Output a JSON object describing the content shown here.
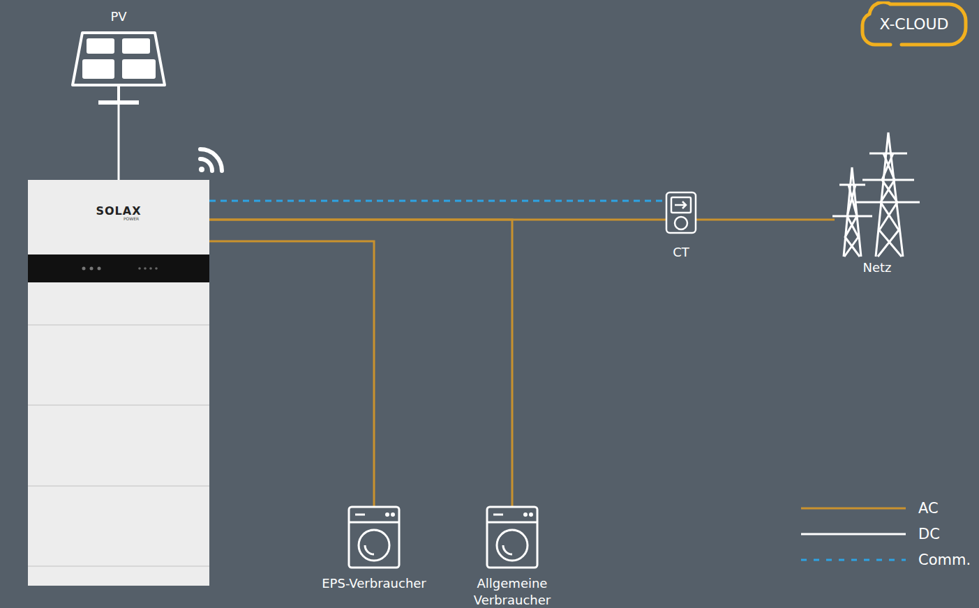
{
  "diagram": {
    "nodes": [
      {
        "text": [
          "PV"
        ]
      },
      {
        "text": [
          "SOLAX",
          "POWER"
        ]
      },
      {
        "text": [
          "X-CLOUD"
        ]
      },
      {
        "text": [
          "CT"
        ]
      },
      {
        "text": [
          "Netz"
        ]
      },
      {
        "text": [
          "EPS-Verbraucher"
        ]
      },
      {
        "text": [
          "Allgemeine Verbraucher"
        ]
      }
    ],
    "edges": [
      {
        "from": 0,
        "to": 1,
        "arrow": "none"
      },
      {
        "from": 1,
        "to": 3,
        "arrow": "none"
      },
      {
        "from": 1,
        "to": 3,
        "arrow": "none"
      },
      {
        "from": 3,
        "to": 4,
        "arrow": "none"
      },
      {
        "from": 1,
        "to": 6,
        "arrow": "none"
      },
      {
        "from": 1,
        "to": 5,
        "arrow": "none"
      }
    ],
    "legend": [
      {
        "text": "AC"
      },
      {
        "text": "DC"
      },
      {
        "text": "Comm."
      }
    ]
  }
}
